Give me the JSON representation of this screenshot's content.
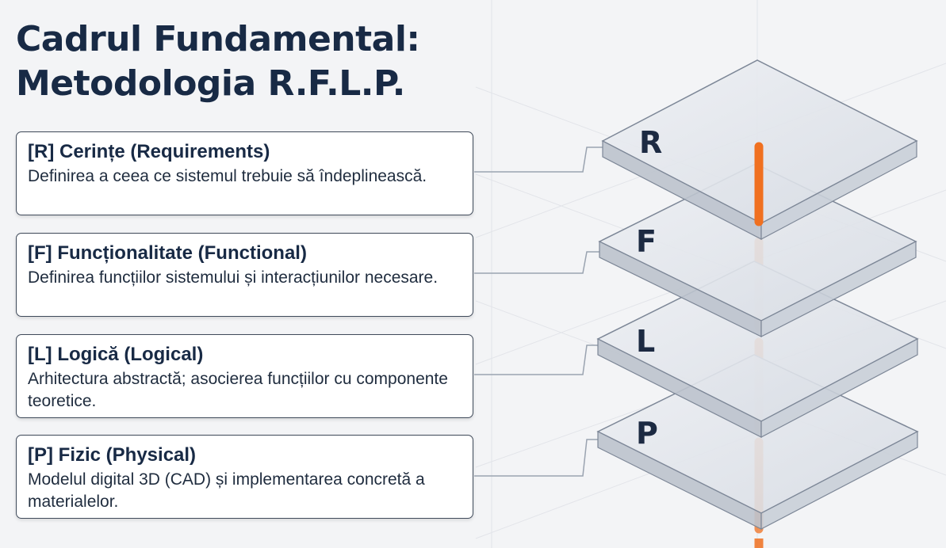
{
  "title": {
    "line1": "Cadrul Fundamental:",
    "line2": "Metodologia R.F.L.P."
  },
  "cards": [
    {
      "title": "[R] Cerințe (Requirements)",
      "desc": "Definirea a ceea ce sistemul trebuie să îndeplinească."
    },
    {
      "title": "[F] Funcționalitate (Functional)",
      "desc": "Definirea funcțiilor sistemului și interacțiunilor necesare."
    },
    {
      "title": "[L] Logică (Logical)",
      "desc": "Arhitectura abstractă; asocierea funcțiilor cu componente teoretice."
    },
    {
      "title": "[P] Fizic (Physical)",
      "desc": "Modelul digital 3D (CAD) și implementarea concretă a materialelor."
    }
  ],
  "layers": [
    {
      "letter": "R"
    },
    {
      "letter": "F"
    },
    {
      "letter": "L"
    },
    {
      "letter": "P"
    }
  ],
  "colors": {
    "title": "#182a45",
    "axis": "#f07020",
    "card_border": "#3f4a5a",
    "layer_fill": "#dfe3ea",
    "layer_edge": "#7d8797"
  }
}
